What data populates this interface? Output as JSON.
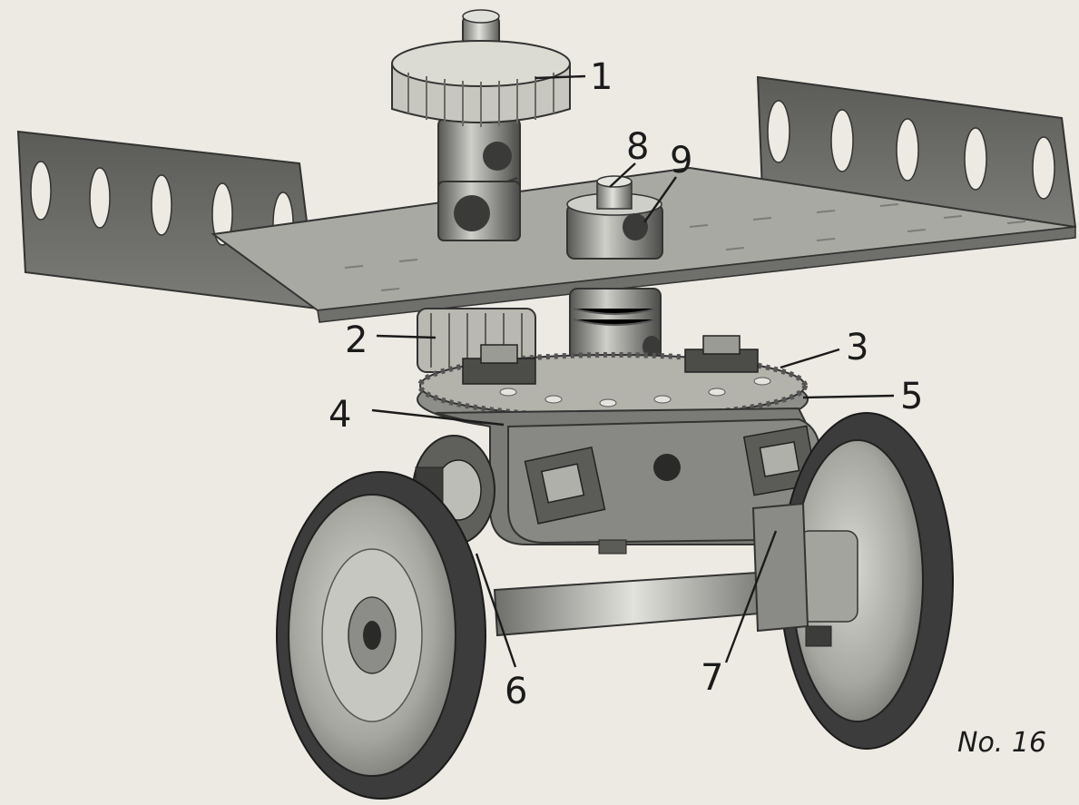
{
  "figure": {
    "number": "No. 16"
  },
  "callouts": [
    {
      "id": "1",
      "label": "1"
    },
    {
      "id": "2",
      "label": "2"
    },
    {
      "id": "3",
      "label": "3"
    },
    {
      "id": "4",
      "label": "4"
    },
    {
      "id": "5",
      "label": "5"
    },
    {
      "id": "6",
      "label": "6"
    },
    {
      "id": "7",
      "label": "7"
    },
    {
      "id": "8",
      "label": "8"
    },
    {
      "id": "9",
      "label": "9"
    }
  ],
  "colors": {
    "background": "#eceae3",
    "metal_dark": "#4a4a4a",
    "metal_mid": "#7c7c7a",
    "metal_light": "#bdbdb8",
    "plate": "#9d9d99",
    "tyre": "#3c3c3c"
  }
}
